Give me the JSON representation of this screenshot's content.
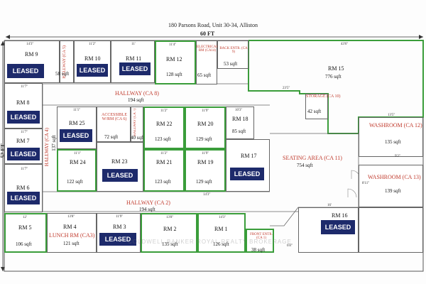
{
  "title": "180 Parsons Road, Unit 30-34, Alliston",
  "dimensions": {
    "width": "60 FT",
    "height": "52 FT"
  },
  "leased_label": "LEASED",
  "watermark": "COLDWELL BANKER ROYAL REALTY BROKERAGE",
  "rooms": {
    "rm9": {
      "name": "RM 9",
      "dim": "14'3\""
    },
    "rm10": {
      "name": "RM 10",
      "dim": "11'2\""
    },
    "rm11": {
      "name": "RM 11",
      "dim": "11'"
    },
    "rm12": {
      "name": "RM 12",
      "dim": "11'4\"",
      "sqft": "128 sqft"
    },
    "ca14": {
      "name": "ELECTRICAL RM (CA14)",
      "sqft": "65 sqft"
    },
    "ca9": {
      "name": "BACK ENTR. (CA 9)",
      "sqft": "53 sqft"
    },
    "rm15": {
      "name": "RM 15",
      "sqft": "776 sqft",
      "dim": "43'6\""
    },
    "ca5": {
      "name": "HALLWAY (CA 5)",
      "sqft": "58 sqft"
    },
    "ca8": {
      "name": "HALLWAY (CA 8)",
      "sqft": "194 sqft"
    },
    "rm8": {
      "name": "RM 8",
      "dim": "11'7\""
    },
    "rm7": {
      "name": "RM 7",
      "dim": "11'7\""
    },
    "rm6": {
      "name": "RM 6",
      "dim": "11'7\""
    },
    "ca4": {
      "name": "HALLWAY (CA 4)",
      "sqft": "137 sqft"
    },
    "rm25": {
      "name": "RM 25",
      "dim": "11'1\""
    },
    "ca6": {
      "name": "ACCESSIBLE W/RM (CA 6)",
      "sqft": "72 sqft"
    },
    "ca7": {
      "name": "HALLWAY (CA 7)",
      "sqft": "40 sqft"
    },
    "rm22": {
      "name": "RM 22",
      "sqft": "123 sqft",
      "dim": "11'2\""
    },
    "rm20": {
      "name": "RM 20",
      "sqft": "129 sqft",
      "dim": "11'9\""
    },
    "rm18": {
      "name": "RM 18",
      "sqft": "85 sqft",
      "dim": "10'3\""
    },
    "ca10": {
      "name": "STORAGE (CA 10)",
      "sqft": "42 sqft"
    },
    "ca12": {
      "name": "WASHROOM (CA 12)",
      "sqft": "135 sqft"
    },
    "rm24": {
      "name": "RM 24",
      "sqft": "122 sqft",
      "dim": "11'1\""
    },
    "rm23": {
      "name": "RM 23"
    },
    "rm21": {
      "name": "RM 21",
      "sqft": "123 sqft",
      "dim": "11'2\""
    },
    "rm19": {
      "name": "RM 19",
      "sqft": "129 sqft",
      "dim": "11'9\""
    },
    "rm17": {
      "name": "RM 17"
    },
    "ca11": {
      "name": "SEATING AREA (CA 11)",
      "sqft": "754 sqft"
    },
    "ca13": {
      "name": "WASHROOM (CA 13)",
      "sqft": "139 sqft"
    },
    "ca2": {
      "name": "HALLWAY (CA 2)",
      "sqft": "194 sqft"
    },
    "rm5": {
      "name": "RM 5",
      "sqft": "106 sqft",
      "dim": "12'"
    },
    "rm4": {
      "name": "RM 4",
      "dim": "13'8\""
    },
    "ca3": {
      "name": "LUNCH RM (CA3)",
      "sqft": "121 sqft"
    },
    "rm3": {
      "name": "RM 3",
      "dim": "11'9\""
    },
    "rm2": {
      "name": "RM 2",
      "sqft": "135 sqft",
      "dim": "13'8\""
    },
    "rm1": {
      "name": "RM 1",
      "sqft": "126 sqft",
      "dim": "14'3\""
    },
    "ca1": {
      "name": "FRONT ENTR. (CA 1)",
      "sqft": "38 sqft"
    },
    "rm16": {
      "name": "RM 16",
      "dim": "16'"
    }
  },
  "misc_dims": {
    "d1": "23'5\"",
    "d2": "13'5\"",
    "d3": "13'6\"",
    "d4": "14'3\"",
    "d5": "9'2\"",
    "d6": "8'11\"",
    "d7": "6'8\""
  }
}
